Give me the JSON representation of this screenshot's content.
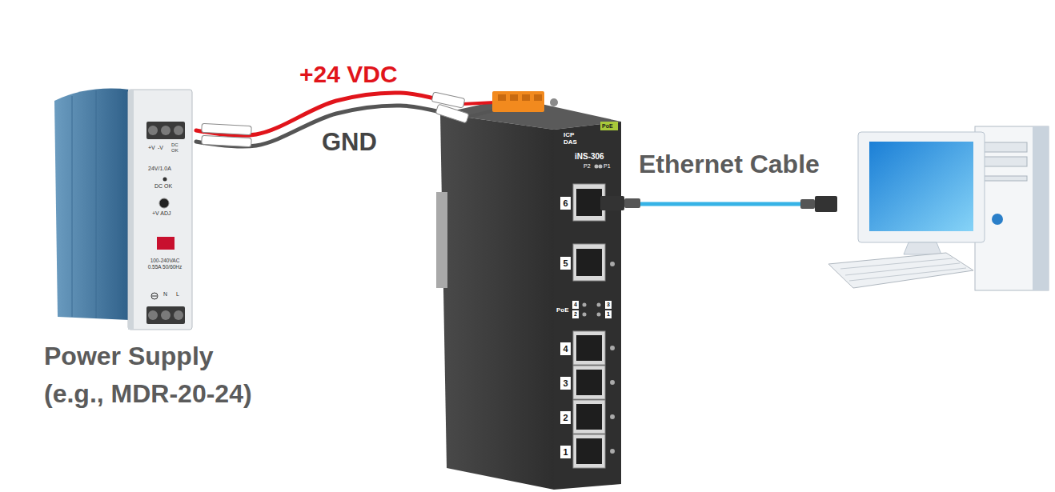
{
  "diagram": {
    "nodes": [
      {
        "text": [
          "Power Supply (e.g., MDR-20-24)"
        ]
      },
      {
        "text": [
          "iNS-306"
        ]
      }
    ],
    "edges": [
      {
        "from": 0,
        "to": 1,
        "arrow": "none",
        "label": "+24 VDC"
      },
      {
        "from": 0,
        "to": 1,
        "arrow": "none",
        "label": "GND"
      }
    ],
    "labels": [
      "Ethernet Cable",
      "+V",
      "-V",
      "DC OK",
      "24V/1.0A",
      "DC OK",
      "+V ADJ",
      "100-240VAC 0.55A 50/60Hz",
      "N",
      "L",
      "ICP DAS",
      "PoE",
      "P2",
      "P1",
      "6",
      "5",
      "PoE",
      "4",
      "3",
      "2",
      "1",
      "4",
      "3",
      "2",
      "1"
    ]
  }
}
